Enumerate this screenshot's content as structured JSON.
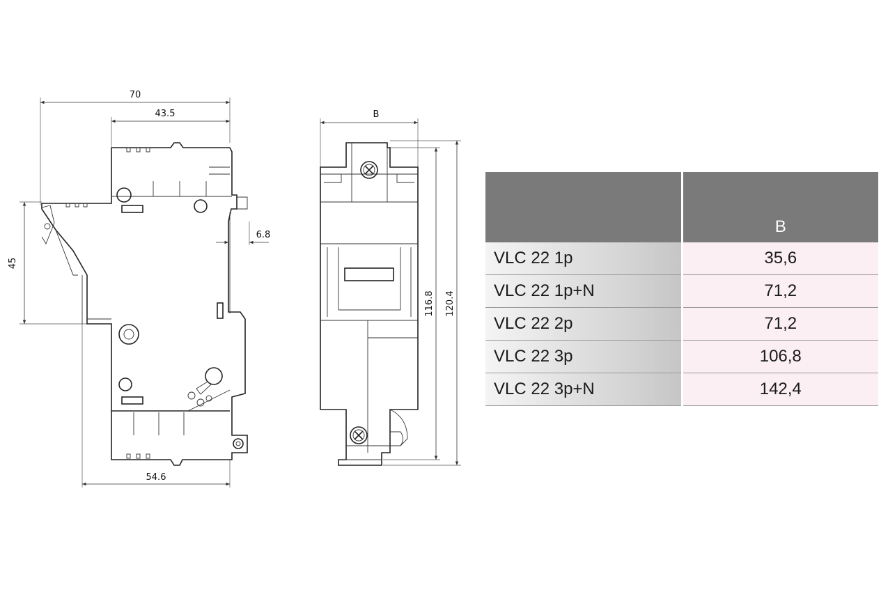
{
  "drawing": {
    "front_view": {
      "dim_overall_width": "70",
      "dim_upper_width": "43.5",
      "dim_base_width": "54.6",
      "dim_height": "45",
      "dim_clip": "6.8"
    },
    "side_view": {
      "dim_width_label": "B",
      "dim_inner_height": "116.8",
      "dim_outer_height": "120.4"
    },
    "icons": [
      "screw-cross-icon"
    ]
  },
  "table": {
    "header": {
      "name": "",
      "b": "B"
    },
    "rows": [
      {
        "name": "VLC 22 1p",
        "b": "35,6"
      },
      {
        "name": "VLC 22 1p+N",
        "b": "71,2"
      },
      {
        "name": "VLC 22 2p",
        "b": "71,2"
      },
      {
        "name": "VLC 22 3p",
        "b": "106,8"
      },
      {
        "name": "VLC 22 3p+N",
        "b": "142,4"
      }
    ],
    "colors": {
      "header_bg": "#7a7a7a",
      "value_bg": "#fbeff3",
      "name_bg": "#d3d3d3"
    }
  }
}
